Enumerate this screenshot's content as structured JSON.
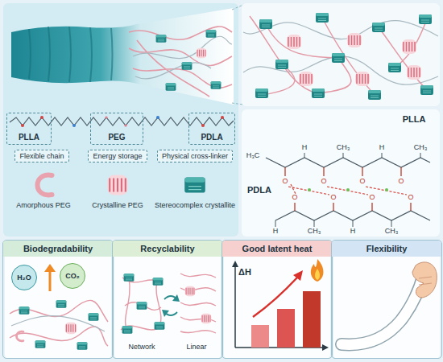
{
  "diagram": {
    "nodes": [
      {
        "text": [
          "PLLA"
        ]
      },
      {
        "text": [
          "PEG"
        ]
      },
      {
        "text": [
          "PDLA"
        ]
      },
      {
        "text": [
          "Flexible chain"
        ]
      },
      {
        "text": [
          "Energy storage"
        ]
      },
      {
        "text": [
          "Physical cross-linker"
        ]
      },
      {
        "text": [
          "Biodegradability"
        ]
      },
      {
        "text": [
          "H₂O"
        ],
        "in": 6
      },
      {
        "text": [
          "CO₂"
        ],
        "in": 6
      },
      {
        "text": [
          "Recyclability"
        ]
      },
      {
        "text": [
          "Good latent heat"
        ]
      },
      {
        "text": [
          "Flexibility"
        ]
      }
    ],
    "labels": [
      "PLLA",
      "H₃C",
      "H",
      "CH₃",
      "H",
      "CH₃",
      "O",
      "O",
      "O",
      "O",
      "PDLA",
      "O",
      "O",
      "O",
      "O",
      "H",
      "CH₃",
      "H",
      "CH₃",
      "Network",
      "Linear",
      "ΔH"
    ],
    "legend": [
      {
        "text": "Amorphous PEG"
      },
      {
        "text": "Crystalline PEG"
      },
      {
        "text": "Stereocomplex crystallite"
      }
    ]
  }
}
